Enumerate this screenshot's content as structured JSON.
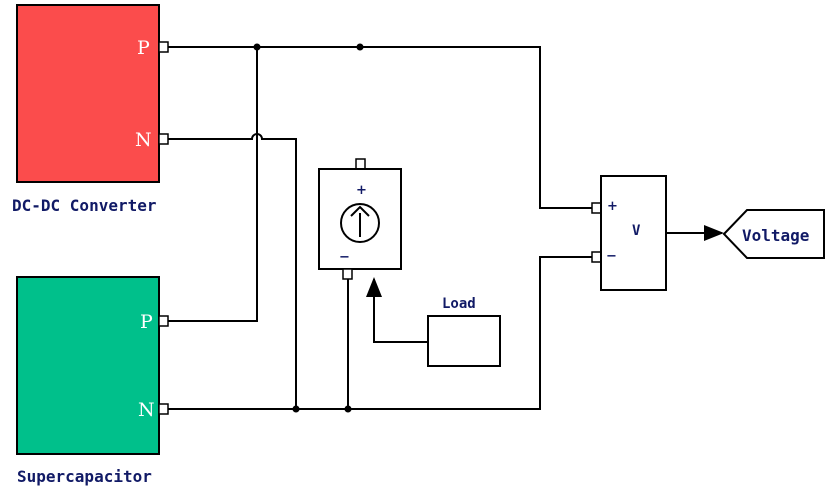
{
  "colors": {
    "dcdc_fill": "#fb4c4c",
    "supercap_fill": "#00c08b",
    "wire": "#000000",
    "label_text": "#111a66"
  },
  "dcdc": {
    "caption": "DC-DC Converter",
    "port_p": "P",
    "port_n": "N"
  },
  "supercap": {
    "caption": "Supercapacitor",
    "port_p": "P",
    "port_n": "N"
  },
  "current_source": {
    "plus": "+",
    "minus": "−",
    "icon": "current-source-arrow-icon"
  },
  "load": {
    "caption": "Load"
  },
  "voltmeter": {
    "label": "V",
    "plus": "+",
    "minus": "−"
  },
  "output": {
    "label": "Voltage"
  }
}
